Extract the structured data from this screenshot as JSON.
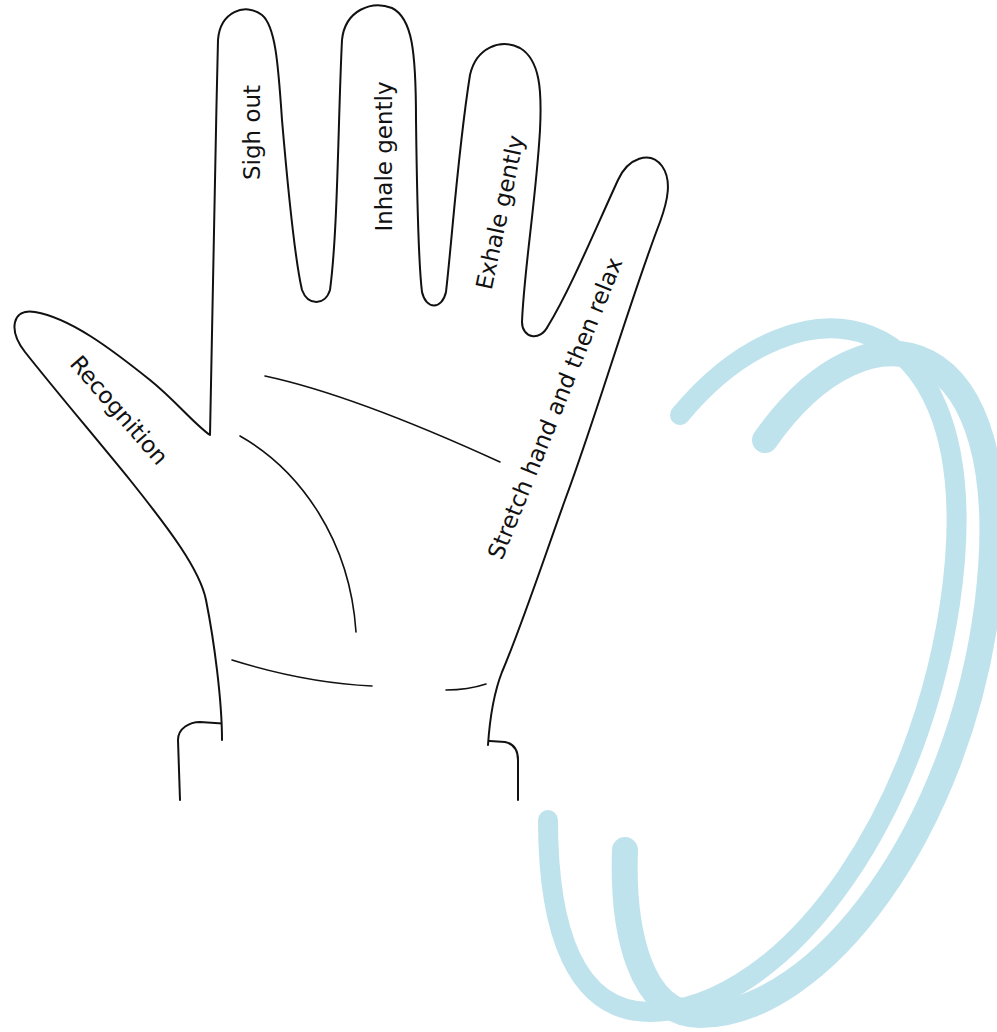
{
  "diagram": {
    "labels": [
      "Recognition",
      "Sigh out",
      "Inhale gently",
      "Exhale gently",
      "Stretch hand and then relax"
    ]
  }
}
